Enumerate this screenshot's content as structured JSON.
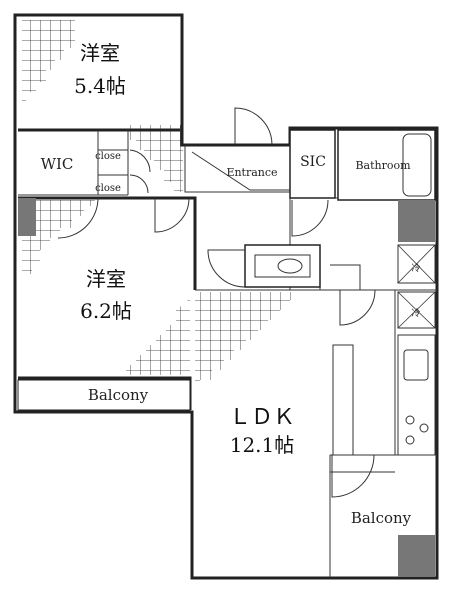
{
  "rooms": {
    "western1": {
      "name": "洋室",
      "size": "5.4帖"
    },
    "western2": {
      "name": "洋室",
      "size": "6.2帖"
    },
    "ldk": {
      "name": "ＬＤＫ",
      "size": "12.1帖"
    },
    "wic": "WIC",
    "closet_top": "close",
    "closet_bottom": "close",
    "entrance": "Entrance",
    "sic": "SIC",
    "bathroom": "Bathroom",
    "balcony_left": "Balcony",
    "balcony_right": "Balcony"
  },
  "appliances": {
    "washer_symbol": "冷",
    "fridge_symbol": "冷"
  }
}
